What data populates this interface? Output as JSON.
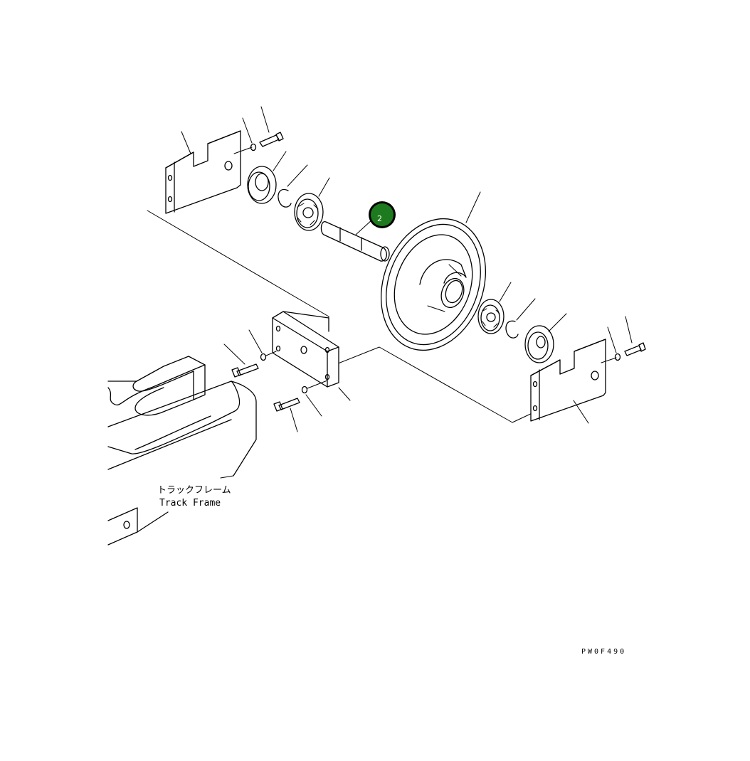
{
  "diagram": {
    "labels": {
      "track_frame_jp": "トラックフレーム",
      "track_frame_en": "Track Frame"
    },
    "drawing_code": "PW0F490",
    "callouts": [
      {
        "number": "2",
        "color": "#1e7a1e",
        "ring_color": "#000000"
      }
    ]
  }
}
